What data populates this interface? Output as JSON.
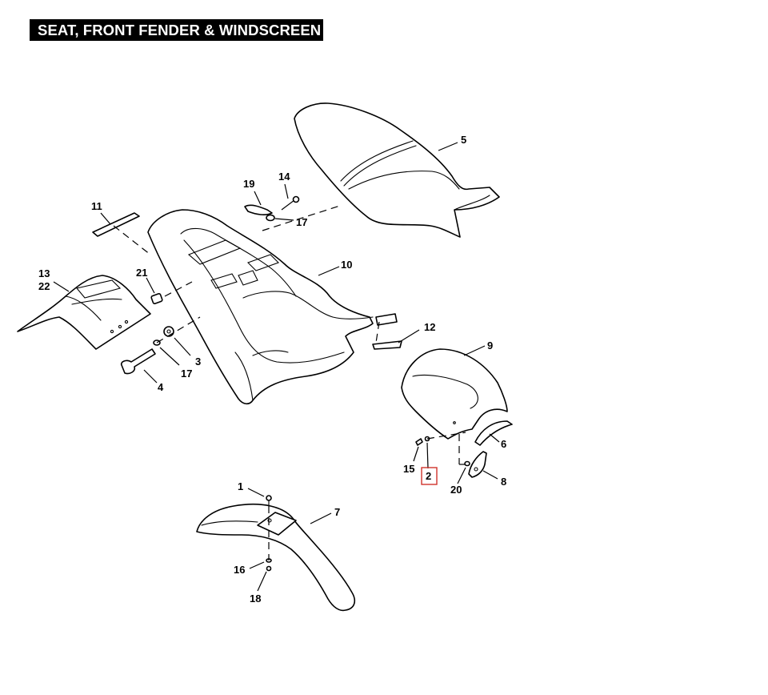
{
  "title": "SEAT, FRONT FENDER & WINDSCREEN",
  "callouts": {
    "c1": "1",
    "c2": "2",
    "c3": "3",
    "c4": "4",
    "c5": "5",
    "c6": "6",
    "c7": "7",
    "c8": "8",
    "c9": "9",
    "c10": "10",
    "c11": "11",
    "c12": "12",
    "c13": "13",
    "c14": "14",
    "c15": "15",
    "c16": "16",
    "c17a": "17",
    "c17b": "17",
    "c18": "18",
    "c19": "19",
    "c20": "20",
    "c21": "21",
    "c22": "22"
  },
  "highlighted_callout": "2",
  "colors": {
    "ink": "#000000",
    "background": "#ffffff",
    "highlight": "#d0342c"
  }
}
